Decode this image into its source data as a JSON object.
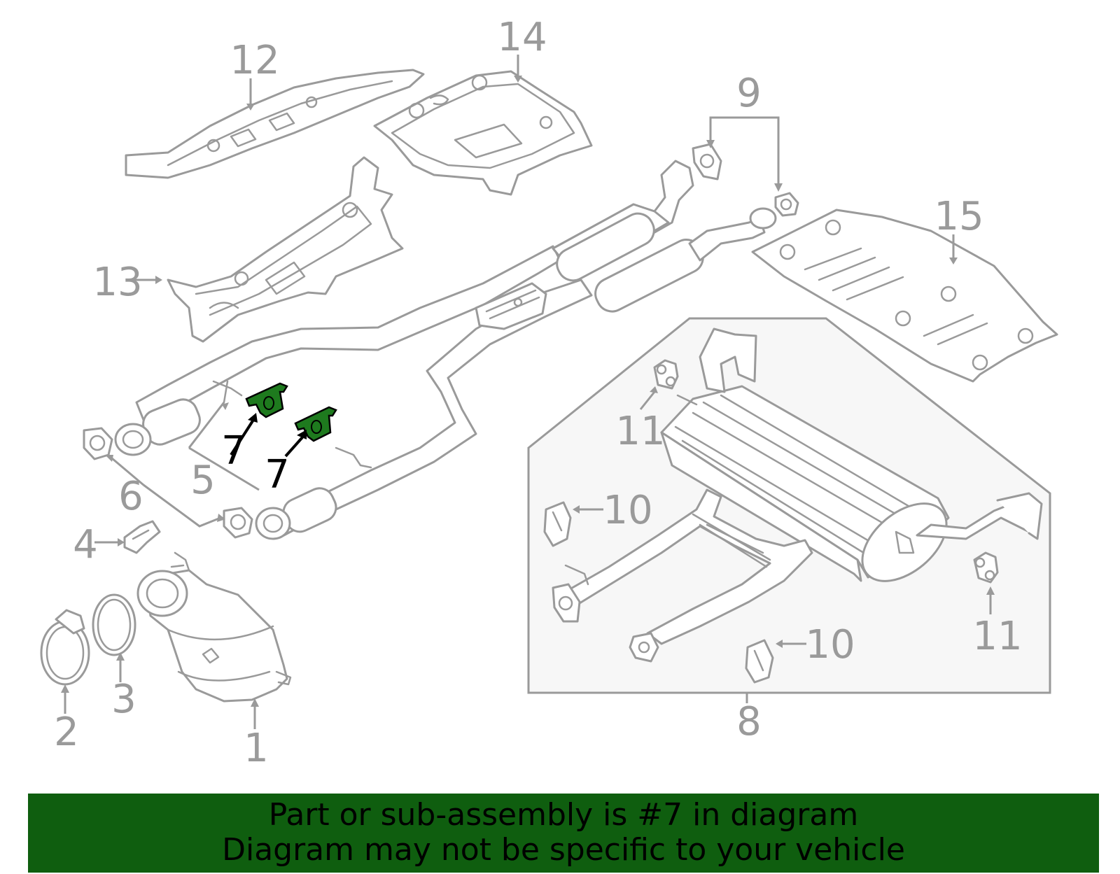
{
  "colors": {
    "line": "#9a9a9a",
    "highlight": "#1e7a1e",
    "banner": "#0f5e0f",
    "inset_fill": "#f7f7f7"
  },
  "callouts": {
    "c1": "1",
    "c2": "2",
    "c3": "3",
    "c4": "4",
    "c5": "5",
    "c6": "6",
    "c7a": "7",
    "c7b": "7",
    "c8": "8",
    "c9": "9",
    "c10a": "10",
    "c10b": "10",
    "c11a": "11",
    "c11b": "11",
    "c12": "12",
    "c13": "13",
    "c14": "14",
    "c15": "15"
  },
  "banner": {
    "line1": "Part or sub-assembly is #7 in diagram",
    "line2": "Diagram may not be specific to your vehicle"
  }
}
